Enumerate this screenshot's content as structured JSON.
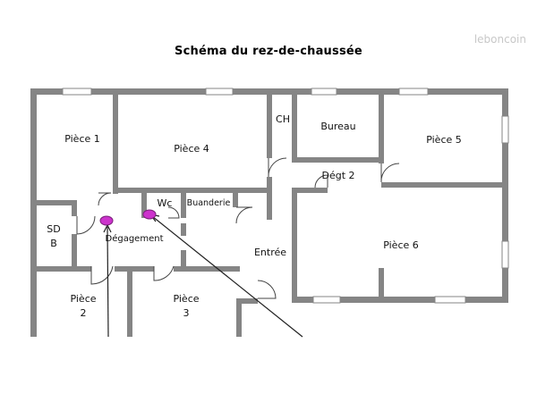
{
  "watermark": "leboncoin",
  "title": "Schéma du rez-de-chaussée",
  "rooms": {
    "piece1": "Pièce 1",
    "piece4": "Pièce 4",
    "ch": "CH",
    "bureau": "Bureau",
    "piece5": "Pièce 5",
    "degt2": "Dégt 2",
    "wc": "Wc",
    "buanderie": "Buanderie",
    "sdb_line1": "SD",
    "sdb_line2": "B",
    "degagement": "Dégagement",
    "entree": "Entrée",
    "piece6": "Pièce 6",
    "piece2_line1": "Pièce",
    "piece2_line2": "2",
    "piece3_line1": "Pièce",
    "piece3_line2": "3"
  },
  "colors": {
    "wall": "#858585",
    "marker": "#cc33cc",
    "arrow": "#222222"
  }
}
